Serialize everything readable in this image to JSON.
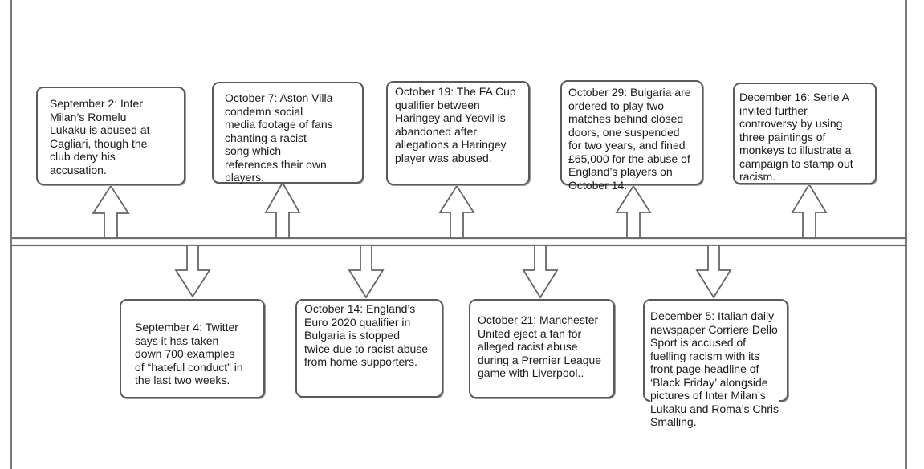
{
  "timeline": {
    "events_above": [
      {
        "text": "September 2: Inter\nMilan’s Romelu\nLukaku is abused at\nCagliari, though the\nclub deny his\naccusation."
      },
      {
        "text": "October 7: Aston Villa\ncondemn social\nmedia footage of fans\nchanting a racist\nsong which\nreferences their own\nplayers."
      },
      {
        "text": "October 19: The FA Cup\nqualifier between\nHaringey and Yeovil is\nabandoned after\nallegations a Haringey\nplayer was abused."
      },
      {
        "text": "October 29: Bulgaria are\nordered to play two\nmatches behind closed\ndoors, one suspended\nfor two years, and fined\n£65,000 for the abuse of\nEngland’s players on\nOctober 14."
      },
      {
        "text": "December 16: Serie A\ninvited further\ncontroversy by using\nthree paintings of\nmonkeys to illustrate a\ncampaign to stamp out\nracism."
      }
    ],
    "events_below": [
      {
        "text": "September 4: Twitter\nsays it has taken\ndown 700 examples\nof “hateful conduct” in\nthe last two weeks."
      },
      {
        "text": "October 14: England’s\nEuro 2020 qualifier in\nBulgaria is stopped\ntwice due to racist abuse\nfrom home supporters."
      },
      {
        "text": "October 21: Manchester\nUnited eject a fan for\nalleged racist abuse\nduring a Premier League\ngame with Liverpool.."
      },
      {
        "text": "December 5: Italian daily\nnewspaper Corriere Dello\nSport is accused of\nfuelling racism with its\nfront page headline of\n‘Black Friday’ alongside\npictures of Inter Milan’s\nLukaku and Roma’s Chris\nSmalling."
      }
    ]
  }
}
